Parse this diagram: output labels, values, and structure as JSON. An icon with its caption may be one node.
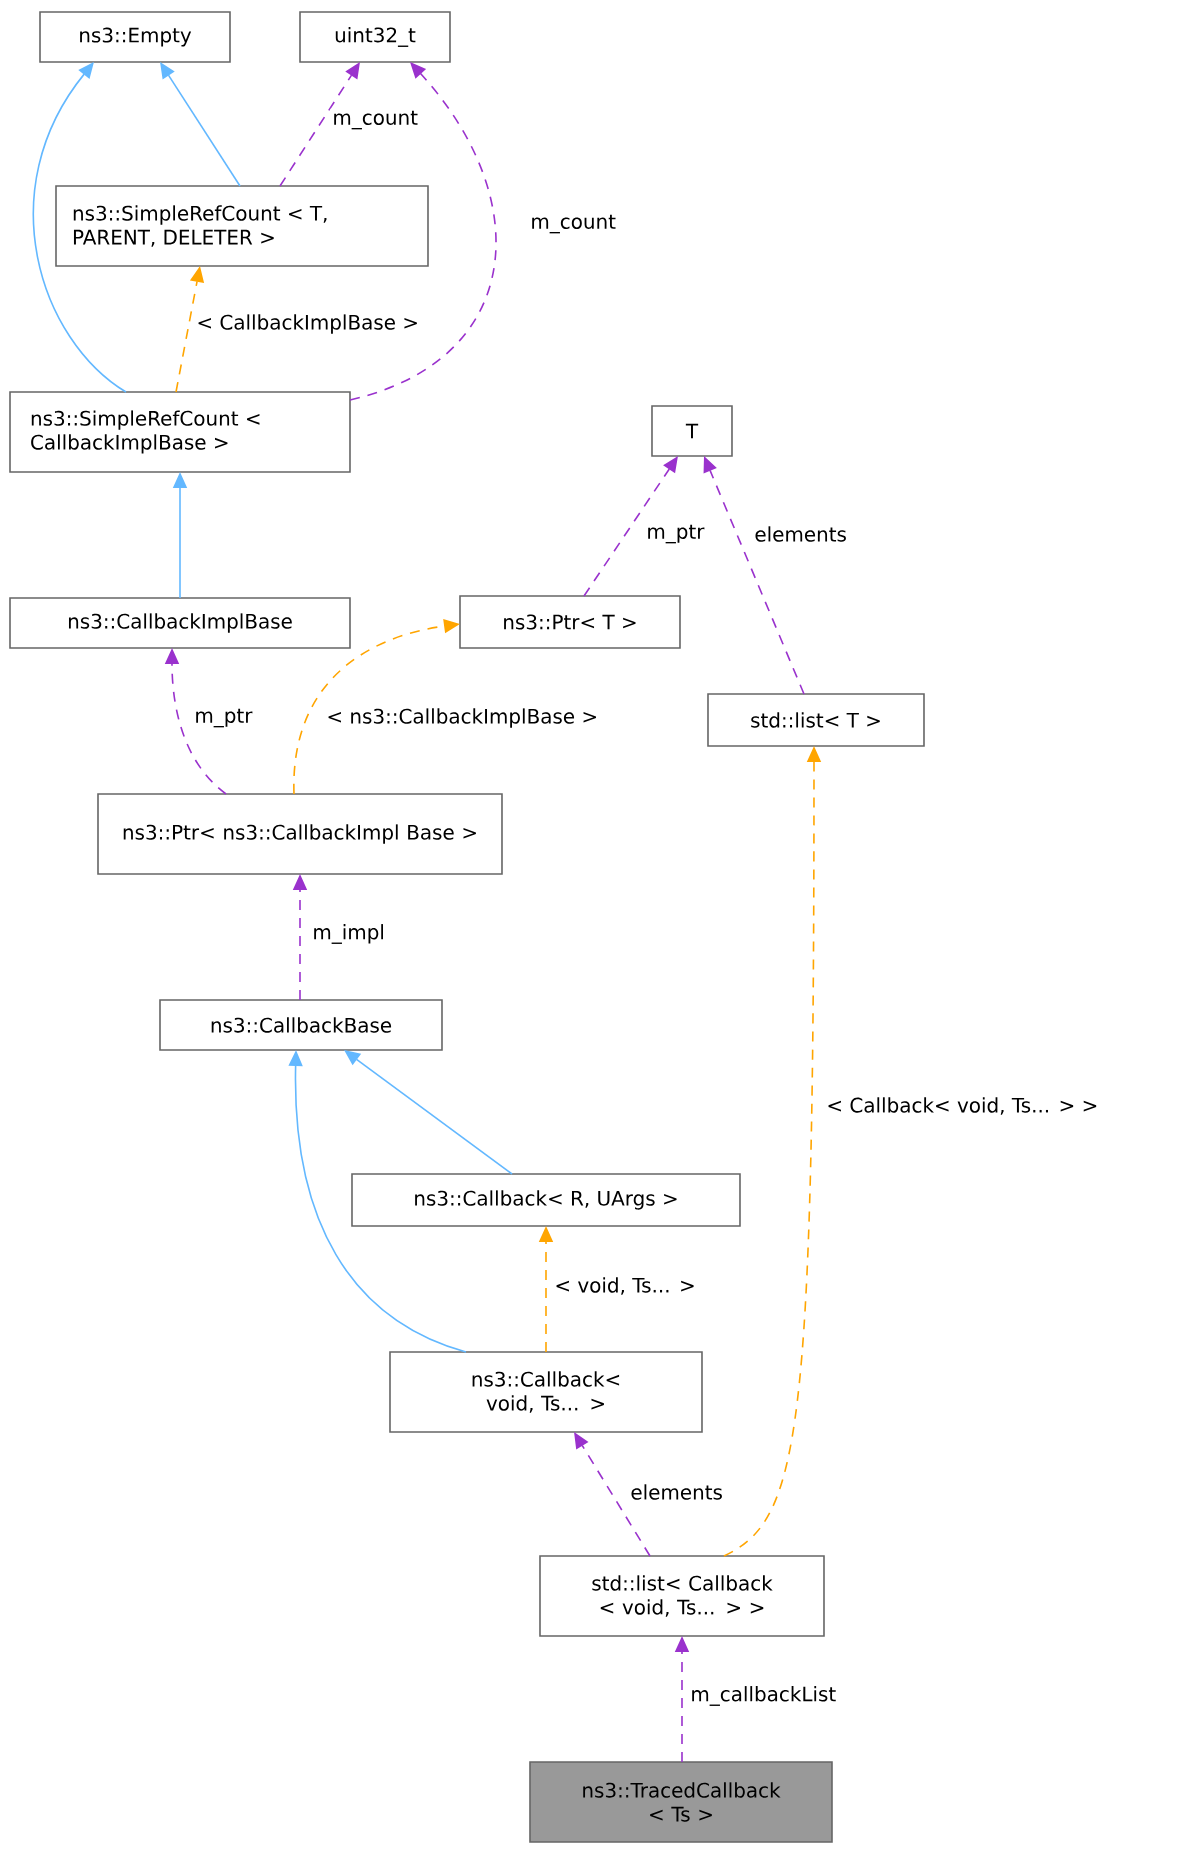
{
  "diagram": {
    "nodes": [
      {
        "text": [
          "ns3::Empty"
        ]
      },
      {
        "text": [
          "uint32_t"
        ]
      },
      {
        "text": [
          "ns3::SimpleRefCount < T, PARENT, DELETER >"
        ]
      },
      {
        "text": [
          "ns3::SimpleRefCount < CallbackImplBase >"
        ]
      },
      {
        "text": [
          "T"
        ]
      },
      {
        "text": [
          "ns3::CallbackImplBase"
        ]
      },
      {
        "text": [
          "ns3::Ptr< T >"
        ]
      },
      {
        "text": [
          "std::list< T >"
        ]
      },
      {
        "text": [
          "ns3::Ptr< ns3::CallbackImpl Base >"
        ]
      },
      {
        "text": [
          "ns3::CallbackBase"
        ]
      },
      {
        "text": [
          "ns3::Callback< R, UArgs >"
        ]
      },
      {
        "text": [
          "ns3::Callback< void, Ts... >"
        ]
      },
      {
        "text": [
          "std::list< Callback < void, Ts... > >"
        ]
      },
      {
        "text": [
          "ns3::TracedCallback < Ts >"
        ]
      }
    ],
    "edges": [
      {
        "from": 2,
        "to": 0,
        "arrow": "to",
        "color": "#63b8ff"
      },
      {
        "from": 3,
        "to": 0,
        "arrow": "to",
        "color": "#63b8ff"
      },
      {
        "from": 2,
        "to": 1,
        "arrow": "to",
        "label": "m_count",
        "style": "dashed",
        "color": "#9a32cd"
      },
      {
        "from": 3,
        "to": 1,
        "arrow": "to",
        "label": "m_count",
        "style": "dashed",
        "color": "#9a32cd"
      },
      {
        "from": 3,
        "to": 2,
        "arrow": "to",
        "label": "< CallbackImplBase >",
        "style": "dashed",
        "color": "#ffa500"
      },
      {
        "from": 5,
        "to": 3,
        "arrow": "to",
        "color": "#63b8ff"
      },
      {
        "from": 6,
        "to": 4,
        "arrow": "to",
        "label": "m_ptr",
        "style": "dashed",
        "color": "#9a32cd"
      },
      {
        "from": 7,
        "to": 4,
        "arrow": "to",
        "label": "elements",
        "style": "dashed",
        "color": "#9a32cd"
      },
      {
        "from": 8,
        "to": 5,
        "arrow": "to",
        "label": "m_ptr",
        "style": "dashed",
        "color": "#9a32cd"
      },
      {
        "from": 8,
        "to": 6,
        "arrow": "to",
        "label": "< ns3::CallbackImplBase >",
        "style": "dashed",
        "color": "#ffa500"
      },
      {
        "from": 9,
        "to": 8,
        "arrow": "to",
        "label": "m_impl",
        "style": "dashed",
        "color": "#9a32cd"
      },
      {
        "from": 10,
        "to": 9,
        "arrow": "to",
        "color": "#63b8ff"
      },
      {
        "from": 11,
        "to": 9,
        "arrow": "to",
        "color": "#63b8ff"
      },
      {
        "from": 11,
        "to": 10,
        "arrow": "to",
        "label": "< void, Ts... >",
        "style": "dashed",
        "color": "#ffa500"
      },
      {
        "from": 12,
        "to": 11,
        "arrow": "to",
        "label": "elements",
        "style": "dashed",
        "color": "#9a32cd"
      },
      {
        "from": 12,
        "to": 7,
        "arrow": "to",
        "label": "< Callback< void, Ts... > >",
        "style": "dashed",
        "color": "#ffa500"
      },
      {
        "from": 13,
        "to": 12,
        "arrow": "to",
        "label": "m_callbackList",
        "style": "dashed",
        "color": "#9a32cd"
      }
    ]
  }
}
